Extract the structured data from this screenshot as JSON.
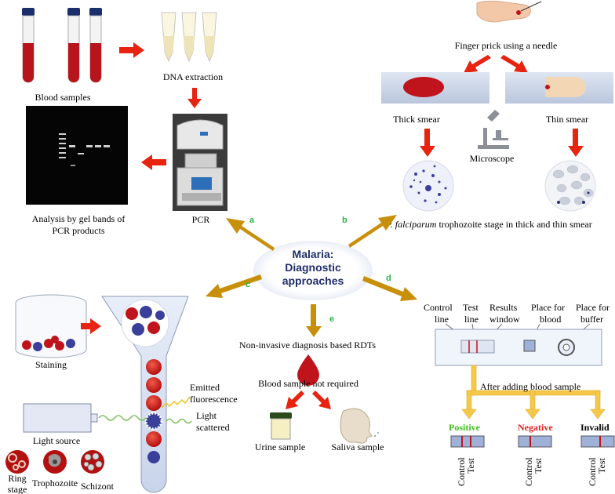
{
  "center": {
    "line1": "Malaria:",
    "line2": "Diagnostic",
    "line3": "approaches"
  },
  "letters": {
    "a": "a",
    "b": "b",
    "c": "c",
    "d": "d",
    "e": "e"
  },
  "pcr": {
    "blood_samples": "Blood samples",
    "dna_extraction": "DNA extraction",
    "pcr": "PCR",
    "gel_line1": "Analysis by gel bands of",
    "gel_line2": "PCR products"
  },
  "microscopy": {
    "finger_prick": "Finger prick using a needle",
    "thick_smear": "Thick smear",
    "thin_smear": "Thin smear",
    "microscope": "Microscope",
    "species": "P. falciparum",
    "caption_rest": " trophozoite stage in thick and thin smear"
  },
  "flow": {
    "staining": "Staining",
    "emitted1": "Emitted",
    "emitted2": "fluorescence",
    "light1": "Light",
    "light2": "scattered",
    "light_source": "Light source",
    "ring1": "Ring",
    "ring2": "stage",
    "trophozoite": "Trophozoite",
    "schizont": "Schizont"
  },
  "noninvasive": {
    "title": "Non-invasive diagnosis based RDTs",
    "blood_not_required": "Blood sample not required",
    "urine": "Urine sample",
    "saliva": "Saliva sample"
  },
  "rdt": {
    "control1": "Control",
    "control2": "line",
    "test1": "Test",
    "test2": "line",
    "results1": "Results",
    "results2": "window",
    "blood1": "Place for",
    "blood2": "blood",
    "buffer1": "Place for",
    "buffer2": "buffer",
    "after": "After adding blood sample",
    "positive": "Positive",
    "negative": "Negative",
    "invalid": "Invalid",
    "control": "Control",
    "test": "Test"
  },
  "colors": {
    "arrow_red": "#e8230f",
    "arrow_gold": "#c8900a",
    "blood_red": "#c0141c",
    "positive": "#3ec21d",
    "negative": "#e3201b",
    "invalid": "#000000",
    "center_text": "#1f2e6b"
  }
}
